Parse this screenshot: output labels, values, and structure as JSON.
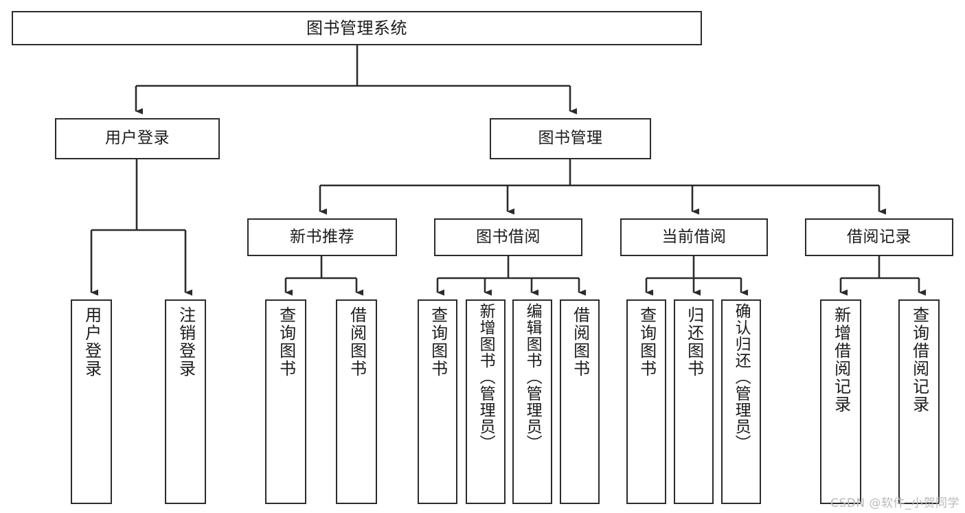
{
  "diagram": {
    "type": "tree-hierarchy",
    "title": "图书管理系统",
    "background_color": "#ffffff",
    "line_color": "#2b2b2b",
    "text_color": "#1b1b1b",
    "nodes": {
      "root": {
        "label": "图书管理系统"
      },
      "level2": [
        {
          "id": "user-login",
          "label": "用户登录"
        },
        {
          "id": "book-manage",
          "label": "图书管理"
        }
      ],
      "level3": [
        {
          "id": "new-book-recommend",
          "label": "新书推荐"
        },
        {
          "id": "book-borrow",
          "label": "图书借阅"
        },
        {
          "id": "current-borrow",
          "label": "当前借阅"
        },
        {
          "id": "borrow-record",
          "label": "借阅记录"
        }
      ],
      "leaves": [
        {
          "id": "leaf-user-login",
          "label": "用户登录",
          "parent": "user-login"
        },
        {
          "id": "leaf-logout-login",
          "label": "注销登录",
          "parent": "user-login"
        },
        {
          "id": "leaf-query-book-1",
          "label": "查询图书",
          "parent": "new-book-recommend"
        },
        {
          "id": "leaf-borrow-book-1",
          "label": "借阅图书",
          "parent": "new-book-recommend"
        },
        {
          "id": "leaf-query-book-2",
          "label": "查询图书",
          "parent": "book-borrow"
        },
        {
          "id": "leaf-add-book",
          "label": "新增图书（管理员）",
          "parent": "book-borrow"
        },
        {
          "id": "leaf-edit-book",
          "label": "编辑图书（管理员）",
          "parent": "book-borrow"
        },
        {
          "id": "leaf-borrow-book-2",
          "label": "借阅图书",
          "parent": "book-borrow"
        },
        {
          "id": "leaf-query-book-3",
          "label": "查询图书",
          "parent": "current-borrow"
        },
        {
          "id": "leaf-return-book",
          "label": "归还图书",
          "parent": "current-borrow"
        },
        {
          "id": "leaf-confirm-return",
          "label": "确认归还（管理员）",
          "parent": "current-borrow"
        },
        {
          "id": "leaf-add-record",
          "label": "新增借阅记录",
          "parent": "borrow-record"
        },
        {
          "id": "leaf-query-record",
          "label": "查询借阅记录",
          "parent": "borrow-record"
        }
      ]
    }
  },
  "watermark": {
    "text": "CSDN @软件_小贺同学"
  }
}
